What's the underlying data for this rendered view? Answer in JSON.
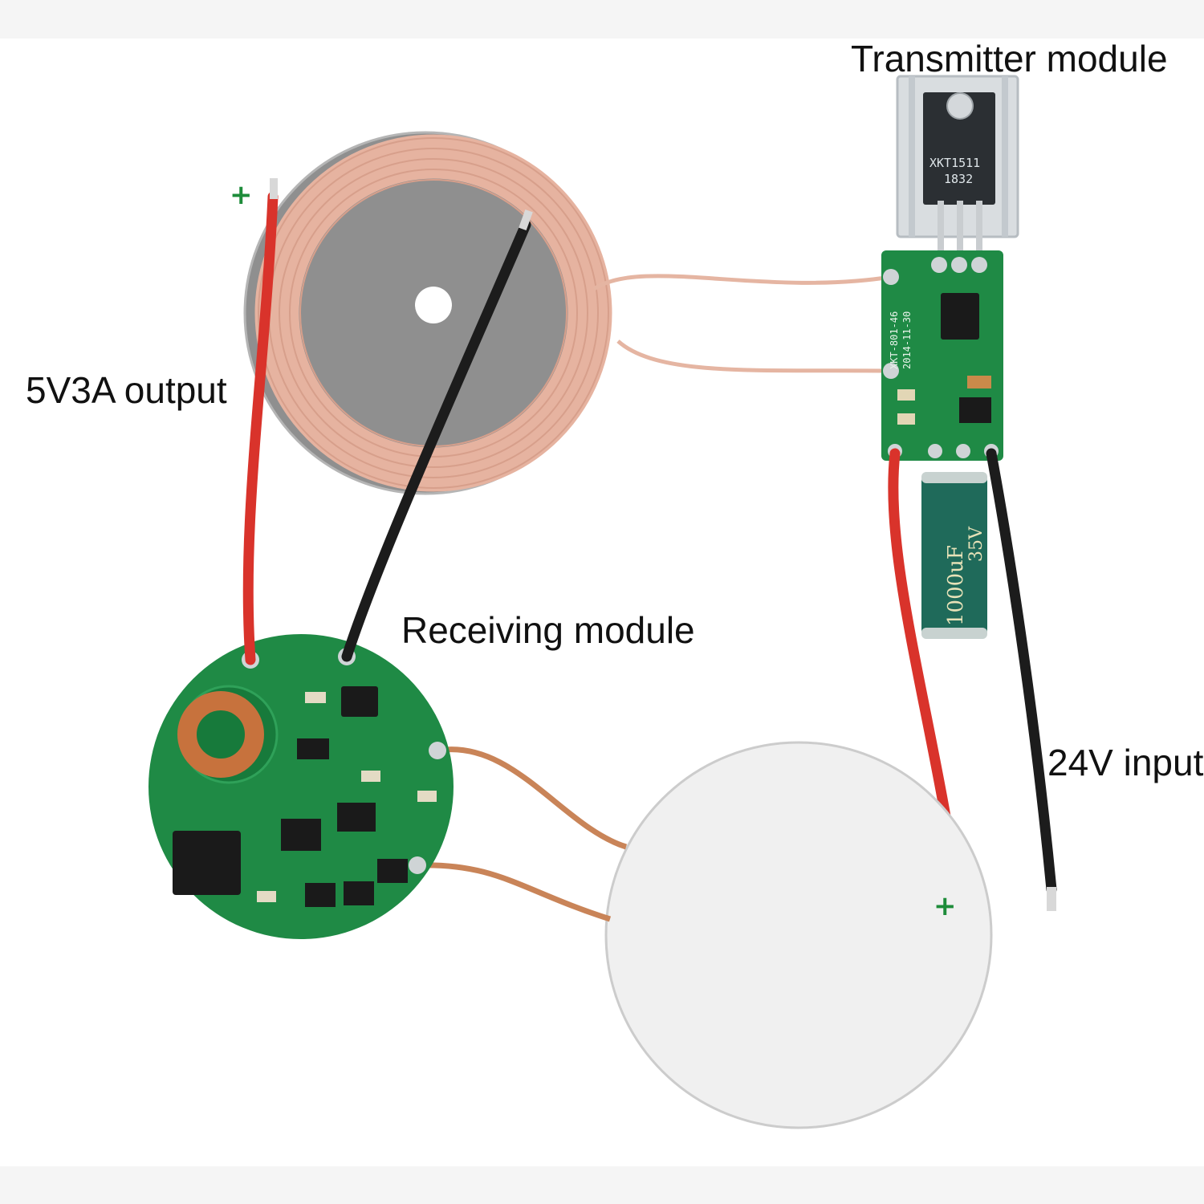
{
  "labels": {
    "transmitter": "Transmitter module",
    "output": "5V3A output",
    "receiving": "Receiving module",
    "input": "24V input"
  },
  "markings": {
    "plus_output": "+",
    "plus_input": "+",
    "chip_part": "XKT1511",
    "chip_code": "1832",
    "pcb_model": "XKT-801-46",
    "pcb_date": "2014-11-30",
    "cap_value": "1000uF",
    "cap_voltage": "35V"
  },
  "colors": {
    "background": "#f5f5f5",
    "pcb_green": "#1f8a45",
    "copper_coil": "#e8b7a4",
    "ferrite_disc": "#8f8f8f",
    "red_wire": "#d9332b",
    "black_wire": "#1c1c1c",
    "label_plus": "#1e8c3a"
  }
}
